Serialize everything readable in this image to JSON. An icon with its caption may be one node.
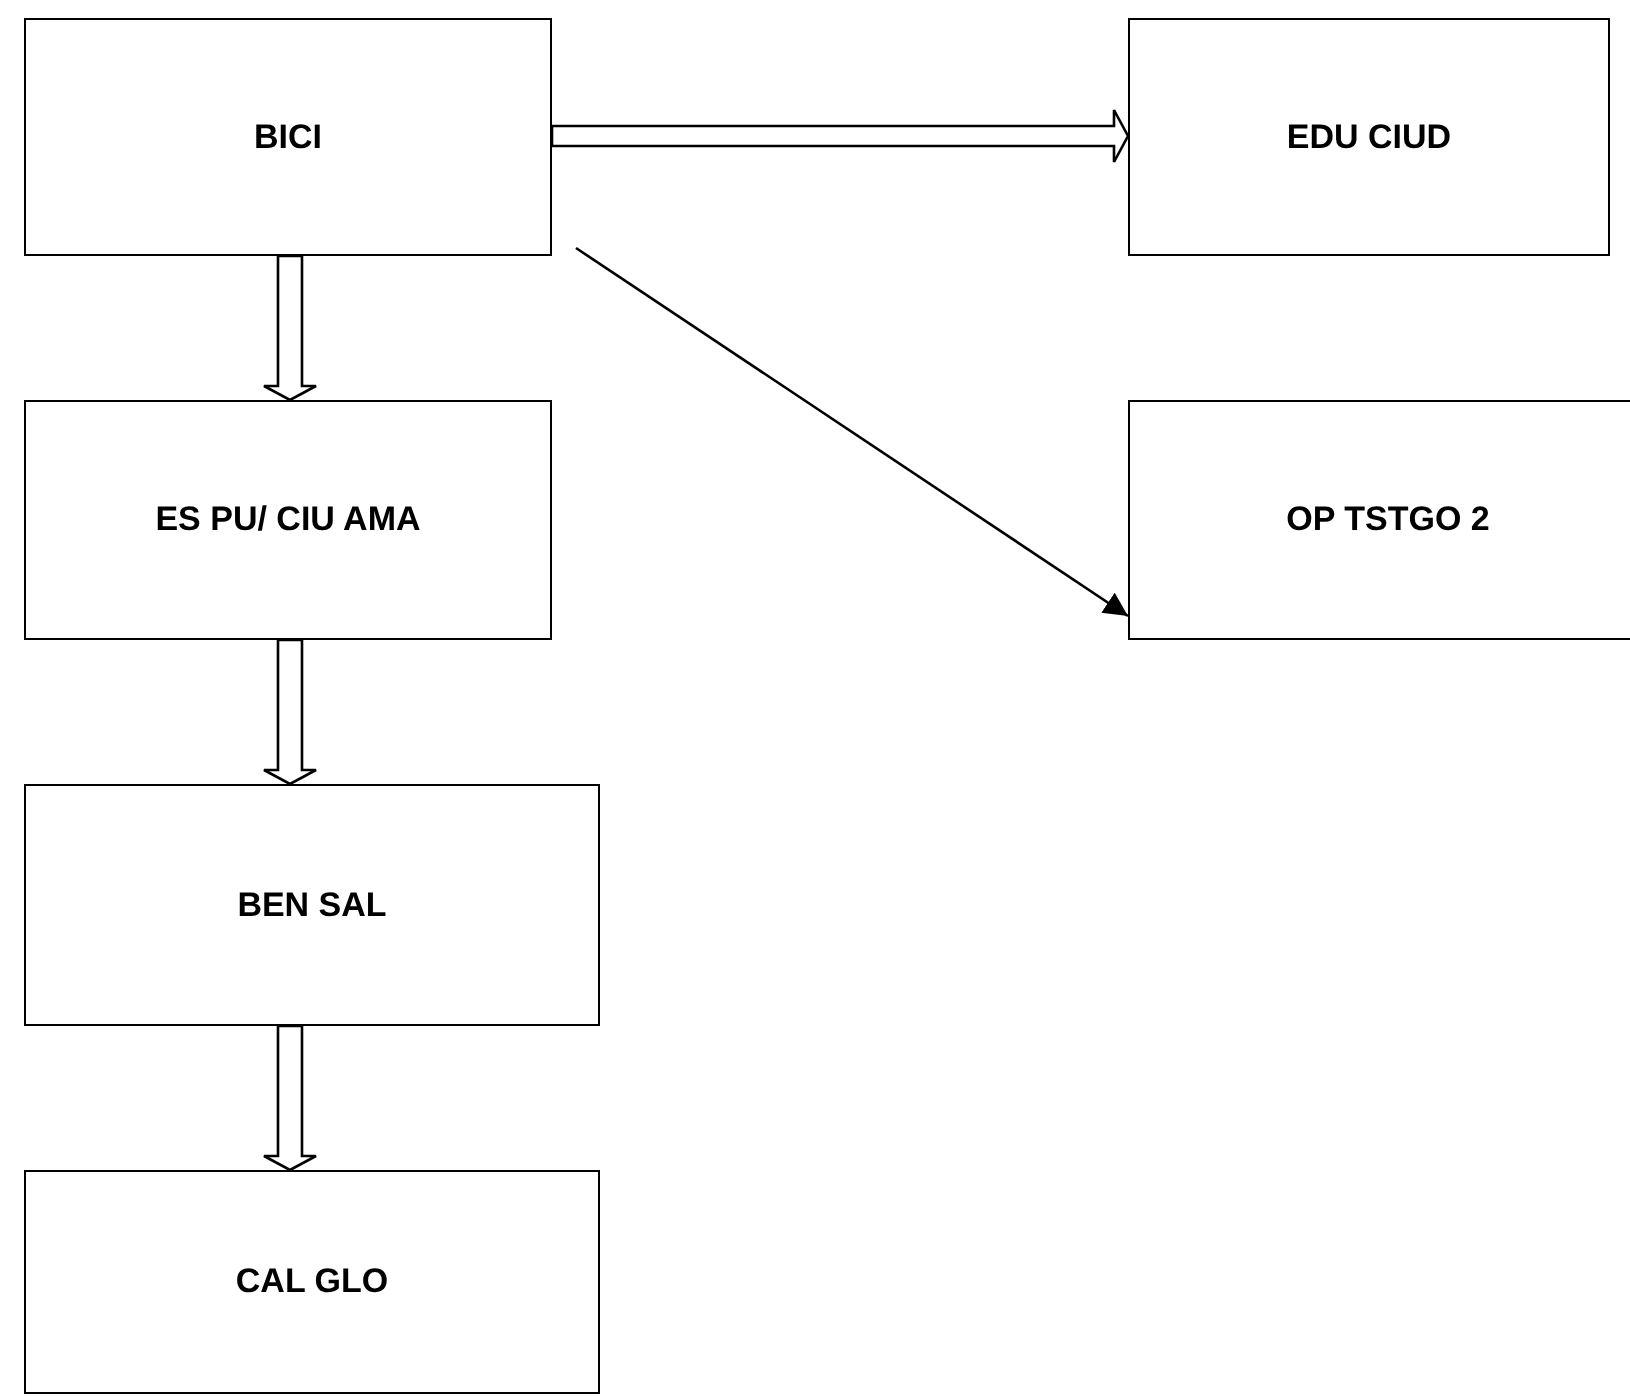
{
  "diagram": {
    "nodes": [
      {
        "text": [
          "BICI"
        ]
      },
      {
        "text": [
          "EDU CIUD"
        ]
      },
      {
        "text": [
          "ES PU/ CIU AMA"
        ]
      },
      {
        "text": [
          "OP TSTGO 2"
        ]
      },
      {
        "text": [
          "BEN SAL"
        ]
      },
      {
        "text": [
          "CAL GLO"
        ]
      }
    ],
    "edges": [
      {
        "from": 0,
        "to": 1,
        "arrow": "to"
      },
      {
        "from": 0,
        "to": 2,
        "arrow": "to"
      },
      {
        "from": 0,
        "to": 3,
        "arrow": "to"
      },
      {
        "from": 2,
        "to": 4,
        "arrow": "to"
      },
      {
        "from": 4,
        "to": 5,
        "arrow": "to"
      }
    ]
  }
}
